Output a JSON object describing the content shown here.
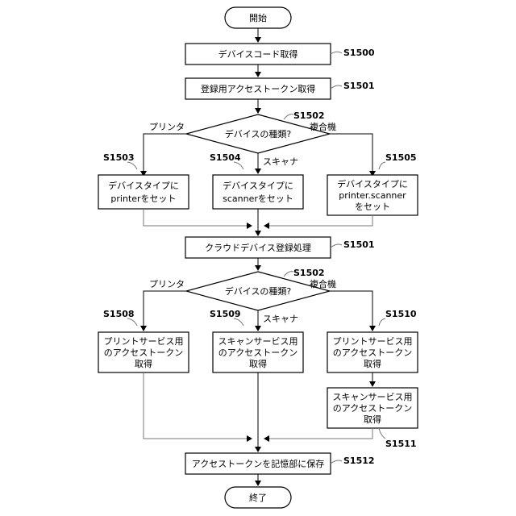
{
  "start": "開始",
  "end": "終了",
  "steps": {
    "s1500": {
      "text": "デバイスコード取得",
      "id": "S1500"
    },
    "s1501a": {
      "text": "登録用アクセストークン取得",
      "id": "S1501"
    },
    "s1502a": {
      "text": "デバイスの種類?",
      "id": "S1502"
    },
    "s1503": {
      "lines": [
        "デバイスタイプに",
        "printerをセット"
      ],
      "id": "S1503"
    },
    "s1504": {
      "lines": [
        "デバイスタイプに",
        "scannerをセット"
      ],
      "id": "S1504"
    },
    "s1505": {
      "lines": [
        "デバイスタイプに",
        "printer.scanner",
        "をセット"
      ],
      "id": "S1505"
    },
    "s1501b": {
      "text": "クラウドデバイス登録処理",
      "id": "S1501"
    },
    "s1502b": {
      "text": "デバイスの種類?",
      "id": "S1502"
    },
    "s1508": {
      "lines": [
        "プリントサービス用",
        "のアクセストークン",
        "取得"
      ],
      "id": "S1508"
    },
    "s1509": {
      "lines": [
        "スキャンサービス用",
        "のアクセストークン",
        "取得"
      ],
      "id": "S1509"
    },
    "s1510": {
      "lines": [
        "プリントサービス用",
        "のアクセストークン",
        "取得"
      ],
      "id": "S1510"
    },
    "s1511": {
      "lines": [
        "スキャンサービス用",
        "のアクセストークン",
        "取得"
      ],
      "id": "S1511"
    },
    "s1512": {
      "text": "アクセストークンを記憶部に保存",
      "id": "S1512"
    }
  },
  "branches": {
    "printer": "プリンタ",
    "scanner": "スキャナ",
    "mfp": "複合機"
  }
}
